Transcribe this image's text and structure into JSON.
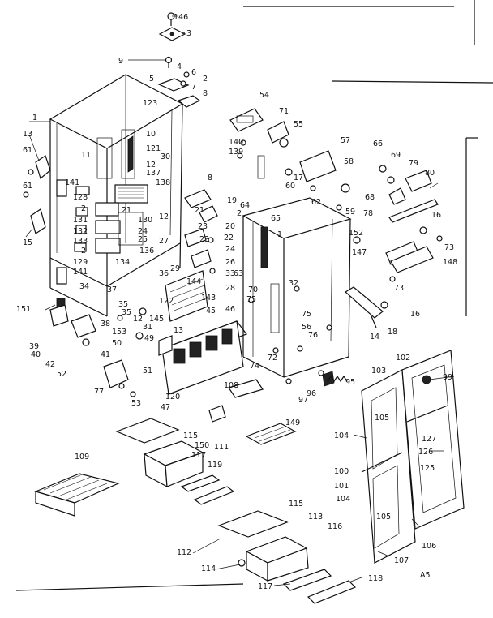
{
  "diagram": {
    "callouts": [
      {
        "t": "146"
      },
      {
        "t": "3"
      },
      {
        "t": "9"
      },
      {
        "t": "4"
      },
      {
        "t": "6"
      },
      {
        "t": "2"
      },
      {
        "t": "5"
      },
      {
        "t": "7"
      },
      {
        "t": "8"
      },
      {
        "t": "1"
      },
      {
        "t": "123"
      },
      {
        "t": "13"
      },
      {
        "t": "11"
      },
      {
        "t": "10"
      },
      {
        "t": "121"
      },
      {
        "t": "30"
      },
      {
        "t": "61"
      },
      {
        "t": "12"
      },
      {
        "t": "137"
      },
      {
        "t": "141"
      },
      {
        "t": "138"
      },
      {
        "t": "61"
      },
      {
        "t": "128"
      },
      {
        "t": "2"
      },
      {
        "t": "21"
      },
      {
        "t": "12"
      },
      {
        "t": "131"
      },
      {
        "t": "130"
      },
      {
        "t": "15"
      },
      {
        "t": "132"
      },
      {
        "t": "24"
      },
      {
        "t": "133"
      },
      {
        "t": "25"
      },
      {
        "t": "27"
      },
      {
        "t": "2"
      },
      {
        "t": "136"
      },
      {
        "t": "129"
      },
      {
        "t": "134"
      },
      {
        "t": "141"
      },
      {
        "t": "36"
      },
      {
        "t": "29"
      },
      {
        "t": "34"
      },
      {
        "t": "37"
      },
      {
        "t": "144"
      },
      {
        "t": "122"
      },
      {
        "t": "151"
      },
      {
        "t": "35"
      },
      {
        "t": "35"
      },
      {
        "t": "12"
      },
      {
        "t": "145"
      },
      {
        "t": "39"
      },
      {
        "t": "38"
      },
      {
        "t": "153"
      },
      {
        "t": "31"
      },
      {
        "t": "40"
      },
      {
        "t": "50"
      },
      {
        "t": "49"
      },
      {
        "t": "41"
      },
      {
        "t": "42"
      },
      {
        "t": "52"
      },
      {
        "t": "51"
      },
      {
        "t": "77"
      },
      {
        "t": "53"
      },
      {
        "t": "47"
      },
      {
        "t": "120"
      },
      {
        "t": "54"
      },
      {
        "t": "71"
      },
      {
        "t": "55"
      },
      {
        "t": "140"
      },
      {
        "t": "139"
      },
      {
        "t": "57"
      },
      {
        "t": "58"
      },
      {
        "t": "60"
      },
      {
        "t": "8"
      },
      {
        "t": "17"
      },
      {
        "t": "64"
      },
      {
        "t": "62"
      },
      {
        "t": "59"
      },
      {
        "t": "19"
      },
      {
        "t": "21"
      },
      {
        "t": "2"
      },
      {
        "t": "20"
      },
      {
        "t": "23"
      },
      {
        "t": "65"
      },
      {
        "t": "1"
      },
      {
        "t": "22"
      },
      {
        "t": "23"
      },
      {
        "t": "24"
      },
      {
        "t": "26"
      },
      {
        "t": "63"
      },
      {
        "t": "33"
      },
      {
        "t": "28"
      },
      {
        "t": "143"
      },
      {
        "t": "32"
      },
      {
        "t": "70"
      },
      {
        "t": "75"
      },
      {
        "t": "45"
      },
      {
        "t": "46"
      },
      {
        "t": "75"
      },
      {
        "t": "56"
      },
      {
        "t": "13"
      },
      {
        "t": "76"
      },
      {
        "t": "74"
      },
      {
        "t": "72"
      },
      {
        "t": "108"
      },
      {
        "t": "96"
      },
      {
        "t": "97"
      },
      {
        "t": "95"
      },
      {
        "t": "66"
      },
      {
        "t": "69"
      },
      {
        "t": "79"
      },
      {
        "t": "80"
      },
      {
        "t": "68"
      },
      {
        "t": "78"
      },
      {
        "t": "16"
      },
      {
        "t": "152"
      },
      {
        "t": "73"
      },
      {
        "t": "147"
      },
      {
        "t": "148"
      },
      {
        "t": "73"
      },
      {
        "t": "16"
      },
      {
        "t": "14"
      },
      {
        "t": "18"
      },
      {
        "t": "102"
      },
      {
        "t": "103"
      },
      {
        "t": "99"
      },
      {
        "t": "105"
      },
      {
        "t": "127"
      },
      {
        "t": "104"
      },
      {
        "t": "126"
      },
      {
        "t": "125"
      },
      {
        "t": "100"
      },
      {
        "t": "101"
      },
      {
        "t": "104"
      },
      {
        "t": "105"
      },
      {
        "t": "106"
      },
      {
        "t": "107"
      },
      {
        "t": "A5"
      },
      {
        "t": "109"
      },
      {
        "t": "115"
      },
      {
        "t": "150"
      },
      {
        "t": "111"
      },
      {
        "t": "149"
      },
      {
        "t": "117"
      },
      {
        "t": "119"
      },
      {
        "t": "112"
      },
      {
        "t": "115"
      },
      {
        "t": "113"
      },
      {
        "t": "116"
      },
      {
        "t": "114"
      },
      {
        "t": "117"
      },
      {
        "t": "118"
      }
    ]
  }
}
